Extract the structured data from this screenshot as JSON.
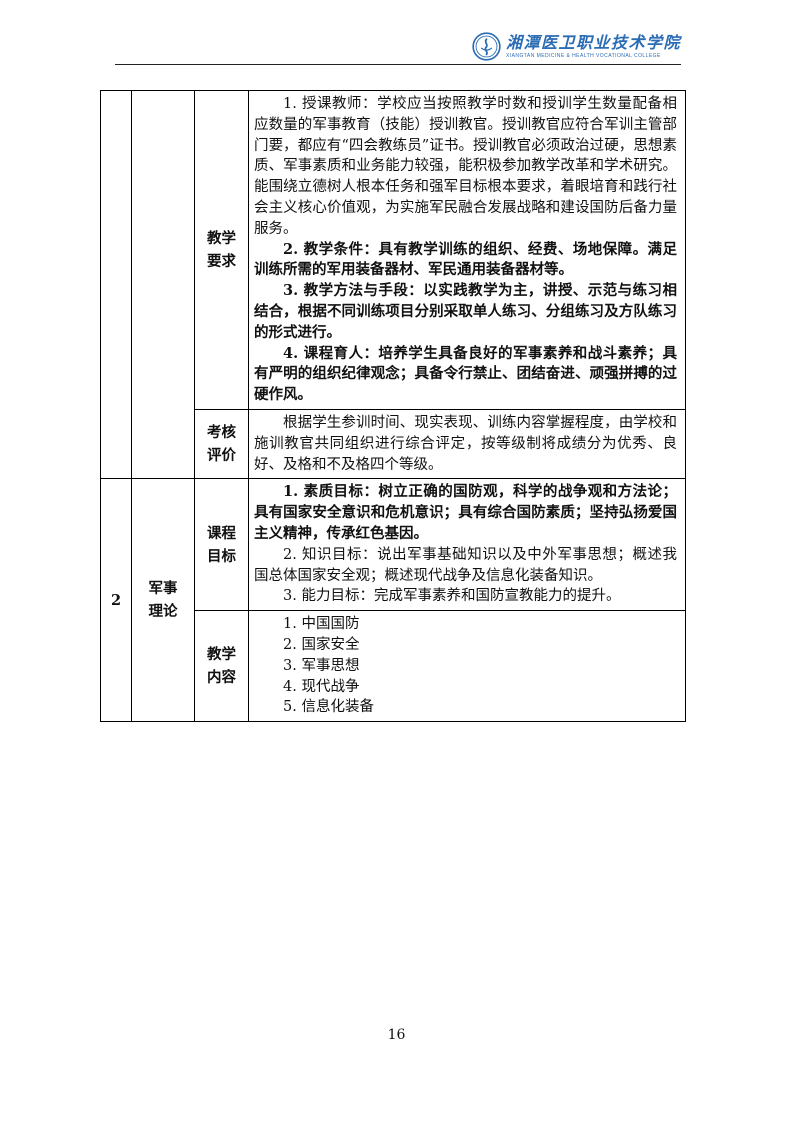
{
  "page": {
    "number": "16"
  },
  "header": {
    "college_name_zh": "湘潭医卫职业技术学院",
    "college_name_en": "XIANGTAN MEDICINE & HEALTH VOCATIONAL COLLEGE",
    "logo_color": "#2b6cb5"
  },
  "table": {
    "teaching_requirements": {
      "label": "教学\n要求",
      "paragraphs": [
        {
          "text": "1. 授课教师：学校应当按照教学时数和授训学生数量配备相应数量的军事教育（技能）授训教官。授训教官应符合军训主管部门要，都应有“四会教练员”证书。授训教官必须政治过硬，思想素质、军事素质和业务能力较强，能积极参加教学改革和学术研究。能围绕立德树人根本任务和强军目标根本要求，着眼培育和践行社会主义核心价值观，为实施军民融合发展战略和建设国防后备力量服务。",
          "bold": false
        },
        {
          "text": "2. 教学条件：具有教学训练的组织、经费、场地保障。满足训练所需的军用装备器材、军民通用装备器材等。",
          "bold": true
        },
        {
          "text": "3. 教学方法与手段：以实践教学为主，讲授、示范与练习相结合，根据不同训练项目分别采取单人练习、分组练习及方队练习的形式进行。",
          "bold": true
        },
        {
          "text": "4. 课程育人：培养学生具备良好的军事素养和战斗素养；具有严明的组织纪律观念；具备令行禁止、团结奋进、顽强拼搏的过硬作风。",
          "bold": true
        }
      ]
    },
    "assessment": {
      "label": "考核\n评价",
      "paragraphs": [
        {
          "text": "根据学生参训时间、现实表现、训练内容掌握程度，由学校和施训教官共同组织进行综合评定，按等级制将成绩分为优秀、良好、及格和不及格四个等级。",
          "bold": false
        }
      ]
    },
    "row2": {
      "index": "2",
      "course": "军事\n理论",
      "objectives": {
        "label": "课程\n目标",
        "paragraphs": [
          {
            "text": "1. 素质目标：树立正确的国防观，科学的战争观和方法论；具有国家安全意识和危机意识；具有综合国防素质；坚持弘扬爱国主义精神，传承红色基因。",
            "bold": true
          },
          {
            "text": "2. 知识目标：说出军事基础知识以及中外军事思想；概述我国总体国家安全观；概述现代战争及信息化装备知识。",
            "bold": false
          },
          {
            "text": "3. 能力目标：完成军事素养和国防宣教能力的提升。",
            "bold": false
          }
        ]
      },
      "content": {
        "label": "教学\n内容",
        "paragraphs": [
          {
            "text": "1. 中国国防",
            "bold": false
          },
          {
            "text": "2. 国家安全",
            "bold": false
          },
          {
            "text": "3. 军事思想",
            "bold": false
          },
          {
            "text": "4. 现代战争",
            "bold": false
          },
          {
            "text": "5. 信息化装备",
            "bold": false
          }
        ]
      }
    }
  }
}
